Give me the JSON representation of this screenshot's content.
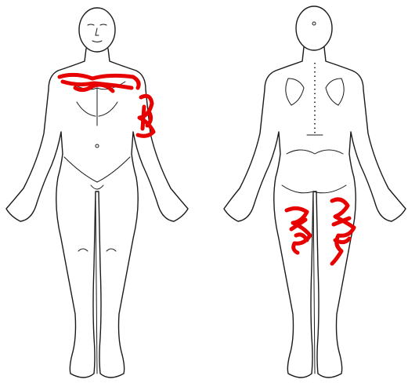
{
  "diagram": {
    "type": "body-pain-chart",
    "views": [
      "front",
      "back"
    ],
    "line_color": "#1a1a1a",
    "pain_color": "#e60000",
    "pain_regions": [
      {
        "view": "front",
        "region": "upper-chest"
      },
      {
        "view": "front",
        "region": "left-shoulder-upper-arm"
      },
      {
        "view": "back",
        "region": "left-posterior-thigh"
      },
      {
        "view": "back",
        "region": "right-posterior-thigh"
      }
    ]
  }
}
